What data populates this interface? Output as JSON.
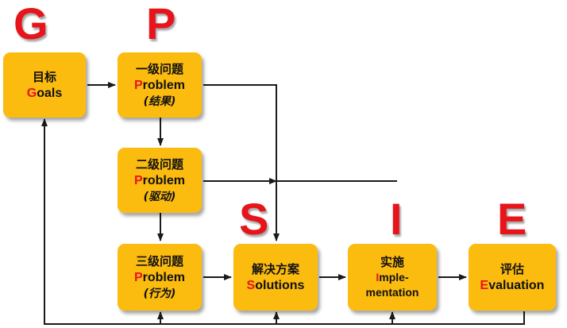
{
  "colors": {
    "box_fill": "#fbbb0f",
    "letter_red": "#e8141c",
    "arrow": "#1a1a1a"
  },
  "letters": {
    "g": "G",
    "p": "P",
    "s": "S",
    "i": "I",
    "e": "E"
  },
  "boxes": {
    "goals": {
      "zh": "目标",
      "en_initial": "G",
      "en_rest": "oals"
    },
    "problem1": {
      "zh": "一级问题",
      "en_initial": "P",
      "en_rest": "roblem",
      "note": "(结果)"
    },
    "problem2": {
      "zh": "二级问题",
      "en_initial": "P",
      "en_rest": "roblem",
      "note": "(驱动)"
    },
    "problem3": {
      "zh": "三级问题",
      "en_initial": "P",
      "en_rest": "roblem",
      "note": "(行为)"
    },
    "solutions": {
      "zh": "解决方案",
      "en_initial": "S",
      "en_rest": "olutions"
    },
    "implementation": {
      "zh": "实施",
      "en_initial": "I",
      "en_rest1": "mple-",
      "en_rest2": "mentation"
    },
    "evaluation": {
      "zh": "评估",
      "en_initial": "E",
      "en_rest": "valuation"
    }
  }
}
